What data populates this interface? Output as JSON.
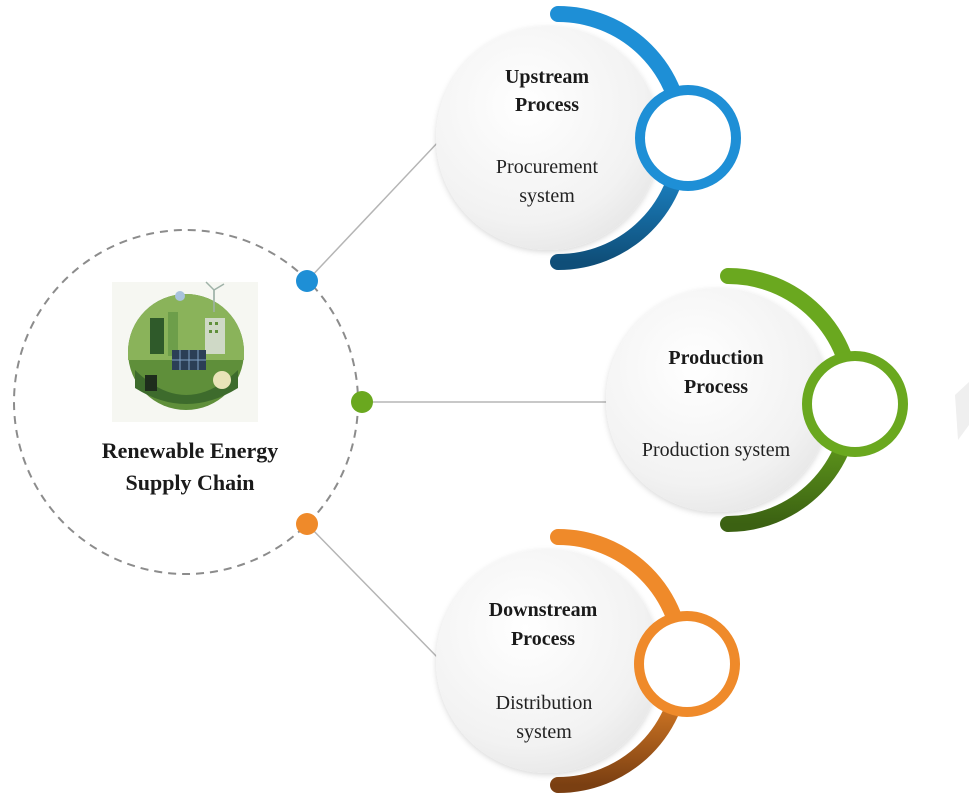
{
  "center": {
    "title_line1": "Renewable Energy",
    "title_line2": "Supply Chain",
    "image": "renewable-energy-city-illustration"
  },
  "nodes": [
    {
      "id": "upstream",
      "title_line1": "Upstream",
      "title_line2": "Process",
      "sub_line1": "Procurement",
      "sub_line2": "system",
      "color": "#1e8fd6",
      "color_dark": "#0f4e78"
    },
    {
      "id": "production",
      "title_line1": "Production",
      "title_line2": "Process",
      "sub_line1": "Production system",
      "sub_line2": "",
      "color": "#6aa81f",
      "color_dark": "#3b6112"
    },
    {
      "id": "downstream",
      "title_line1": "Downstream",
      "title_line2": "Process",
      "sub_line1": "Distribution",
      "sub_line2": "system",
      "color": "#ef8a2a",
      "color_dark": "#7a3f12"
    }
  ]
}
